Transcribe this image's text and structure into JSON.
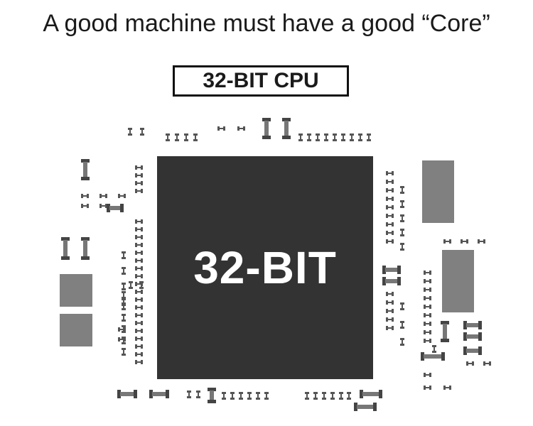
{
  "headline": "A good machine must have a good “Core”",
  "cpu_label": "32-BIT CPU",
  "chip_text": "32-BIT",
  "colors": {
    "chip": "#333333",
    "pad": "#808080",
    "component": "#555555",
    "text": "#1a1a1a"
  }
}
